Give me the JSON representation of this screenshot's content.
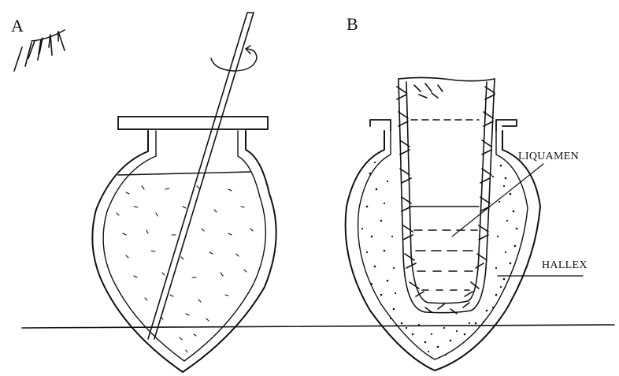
{
  "panels": [
    {
      "id": "A",
      "label": "A"
    },
    {
      "id": "B",
      "label": "B"
    }
  ],
  "callouts": {
    "liquamen": "LIQUAMEN",
    "hallex": "HALLEX"
  }
}
